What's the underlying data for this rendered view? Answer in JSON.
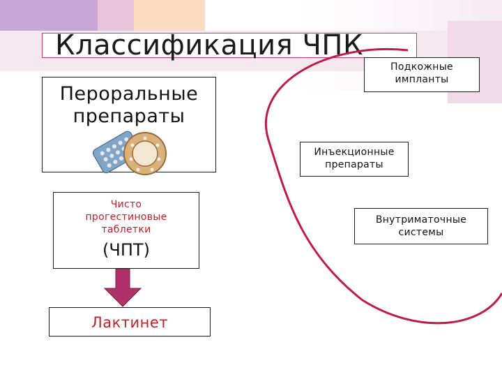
{
  "title": "Классификация ЧПК",
  "oral": {
    "line1": "Пероральные",
    "line2": "препараты"
  },
  "implants": {
    "line1": "Подкожные",
    "line2": "импланты"
  },
  "injections": {
    "line1": "Инъекционные",
    "line2": "препараты"
  },
  "iud": {
    "line1": "Внутриматочные",
    "line2": "системы"
  },
  "progestin": {
    "line1": "Чисто",
    "line2": "прогестиновые",
    "line3": "таблетки",
    "abbr": "(ЧПТ)"
  },
  "lactinet": {
    "label": "Лактинет"
  },
  "colors": {
    "accent_pink": "#e8c4dc",
    "accent_magenta": "#c8a6d6",
    "accent_peach": "#f9d8b8",
    "curve": "#c01a4a",
    "arrow": "#b0306a",
    "text_red": "#c0202a"
  }
}
